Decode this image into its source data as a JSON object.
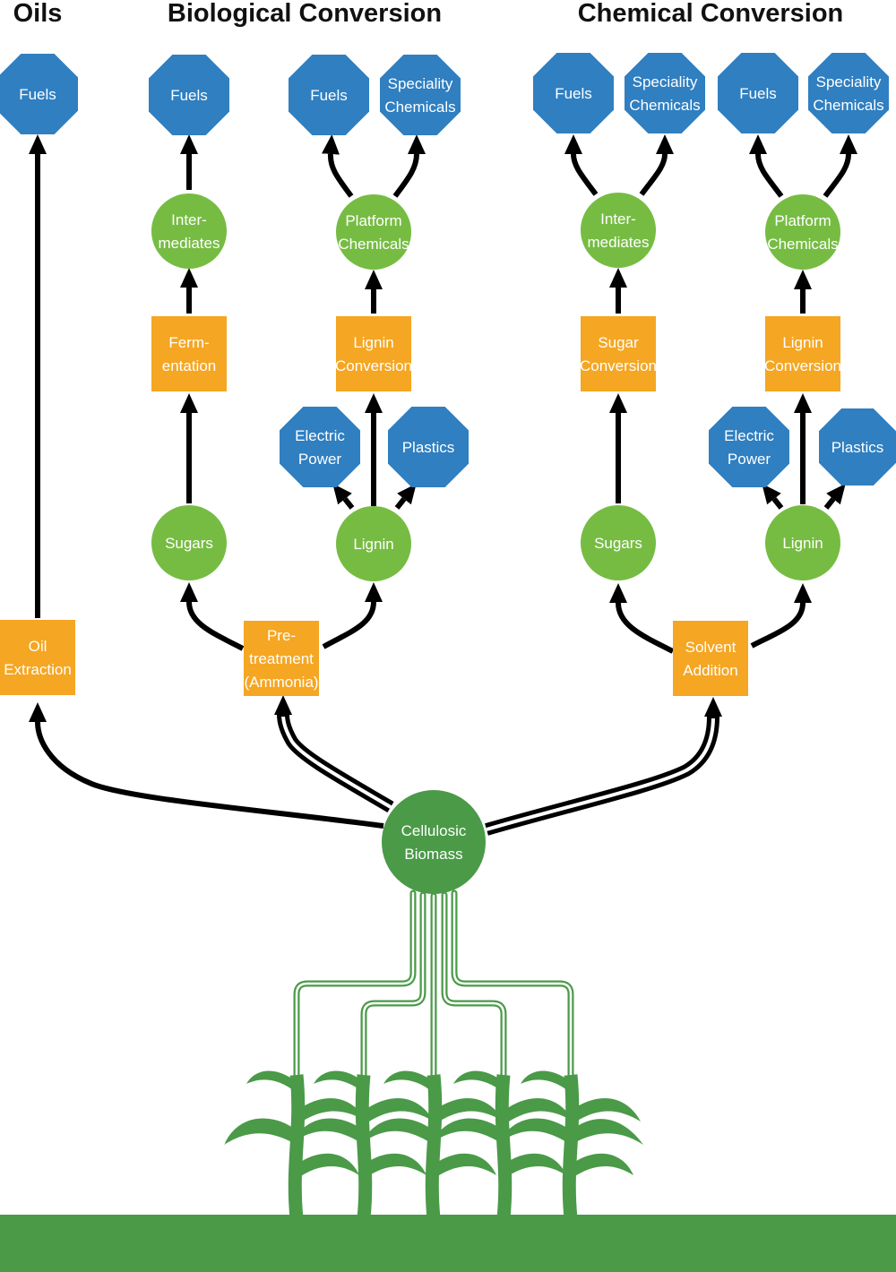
{
  "colors": {
    "process_box": "#f5a623",
    "intermediate_circle": "#76bc43",
    "product_octagon": "#2f7fc1",
    "biomass": "#4a9a48",
    "plant": "#4a9a48",
    "ground": "#4a9a48",
    "arrow": "#000000",
    "heading": "#111111",
    "node_text": "#ffffff"
  },
  "headings": {
    "oils": "Oils",
    "biological": "Biological Conversion",
    "chemical": "Chemical Conversion"
  },
  "nodes": {
    "cellulosic_biomass": [
      "Cellulosic",
      "Biomass"
    ],
    "oil_extraction": [
      "Oil",
      "Extraction"
    ],
    "oils_fuels": [
      "Fuels"
    ],
    "bio_pretreatment": [
      "Pre-",
      "treatment",
      "(Ammonia)"
    ],
    "bio_sugars": [
      "Sugars"
    ],
    "bio_fermentation": [
      "Ferm-",
      "entation"
    ],
    "bio_intermediates": [
      "Inter-",
      "mediates"
    ],
    "bio_fuels": [
      "Fuels"
    ],
    "bio_lignin": [
      "Lignin"
    ],
    "bio_electric_power": [
      "Electric",
      "Power"
    ],
    "bio_plastics": [
      "Plastics"
    ],
    "bio_lignin_conversion": [
      "Lignin",
      "Conversion"
    ],
    "bio_platform_chemicals": [
      "Platform",
      "Chemicals"
    ],
    "bio_platform_fuels": [
      "Fuels"
    ],
    "bio_speciality_chemicals": [
      "Speciality",
      "Chemicals"
    ],
    "chem_solvent_addition": [
      "Solvent",
      "Addition"
    ],
    "chem_sugars": [
      "Sugars"
    ],
    "chem_sugar_conversion": [
      "Sugar",
      "Conversion"
    ],
    "chem_intermediates": [
      "Inter-",
      "mediates"
    ],
    "chem_int_fuels": [
      "Fuels"
    ],
    "chem_int_speciality_chemicals": [
      "Speciality",
      "Chemicals"
    ],
    "chem_lignin": [
      "Lignin"
    ],
    "chem_electric_power": [
      "Electric",
      "Power"
    ],
    "chem_plastics": [
      "Plastics"
    ],
    "chem_lignin_conversion": [
      "Lignin",
      "Conversion"
    ],
    "chem_platform_chemicals": [
      "Platform",
      "Chemicals"
    ],
    "chem_plat_fuels": [
      "Fuels"
    ],
    "chem_plat_speciality_chemicals": [
      "Speciality",
      "Chemicals"
    ]
  },
  "edges": [
    [
      "cellulosic_biomass",
      "oil_extraction"
    ],
    [
      "cellulosic_biomass",
      "bio_pretreatment"
    ],
    [
      "cellulosic_biomass",
      "chem_solvent_addition"
    ],
    [
      "oil_extraction",
      "oils_fuels"
    ],
    [
      "bio_pretreatment",
      "bio_sugars"
    ],
    [
      "bio_pretreatment",
      "bio_lignin"
    ],
    [
      "bio_sugars",
      "bio_fermentation"
    ],
    [
      "bio_fermentation",
      "bio_intermediates"
    ],
    [
      "bio_intermediates",
      "bio_fuels"
    ],
    [
      "bio_lignin",
      "bio_electric_power"
    ],
    [
      "bio_lignin",
      "bio_plastics"
    ],
    [
      "bio_lignin",
      "bio_lignin_conversion"
    ],
    [
      "bio_lignin_conversion",
      "bio_platform_chemicals"
    ],
    [
      "bio_platform_chemicals",
      "bio_platform_fuels"
    ],
    [
      "bio_platform_chemicals",
      "bio_speciality_chemicals"
    ],
    [
      "chem_solvent_addition",
      "chem_sugars"
    ],
    [
      "chem_solvent_addition",
      "chem_lignin"
    ],
    [
      "chem_sugars",
      "chem_sugar_conversion"
    ],
    [
      "chem_sugar_conversion",
      "chem_intermediates"
    ],
    [
      "chem_intermediates",
      "chem_int_fuels"
    ],
    [
      "chem_intermediates",
      "chem_int_speciality_chemicals"
    ],
    [
      "chem_lignin",
      "chem_electric_power"
    ],
    [
      "chem_lignin",
      "chem_plastics"
    ],
    [
      "chem_lignin",
      "chem_lignin_conversion"
    ],
    [
      "chem_lignin_conversion",
      "chem_platform_chemicals"
    ],
    [
      "chem_platform_chemicals",
      "chem_plat_fuels"
    ],
    [
      "chem_platform_chemicals",
      "chem_plat_speciality_chemicals"
    ]
  ]
}
